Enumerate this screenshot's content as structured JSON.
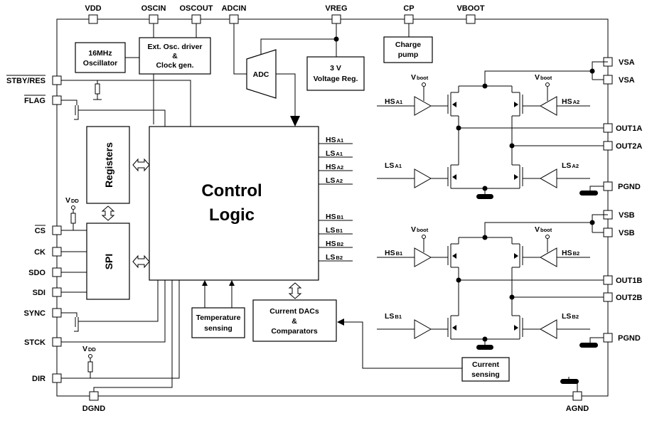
{
  "pins_top": {
    "vdd": "VDD",
    "oscin": "OSCIN",
    "oscout": "OSCOUT",
    "adcin": "ADCIN",
    "vreg": "VREG",
    "cp": "CP",
    "vboot": "VBOOT"
  },
  "pins_left": {
    "stby_res": "STBY/RES",
    "flag": "FLAG",
    "cs": "CS",
    "ck": "CK",
    "sdo": "SDO",
    "sdi": "SDI",
    "sync": "SYNC",
    "stck": "STCK",
    "dir": "DIR"
  },
  "pins_right": {
    "vsa1": "VSA",
    "vsa2": "VSA",
    "out1a": "OUT1A",
    "out2a": "OUT2A",
    "pgnd1": "PGND",
    "vsb1": "VSB",
    "vsb2": "VSB",
    "out1b": "OUT1B",
    "out2b": "OUT2B",
    "pgnd2": "PGND"
  },
  "pins_bottom": {
    "dgnd": "DGND",
    "agnd": "AGND"
  },
  "blocks": {
    "osc_line1": "16MHz",
    "osc_line2": "Oscillator",
    "ext_line1": "Ext. Osc. driver",
    "ext_line2": "&",
    "ext_line3": "Clock gen.",
    "adc": "ADC",
    "vreg_line1": "3 V",
    "vreg_line2": "Voltage Reg.",
    "cp_line1": "Charge",
    "cp_line2": "pump",
    "registers": "Registers",
    "spi": "SPI",
    "control_line1": "Control",
    "control_line2": "Logic",
    "temp_line1": "Temperature",
    "temp_line2": "sensing",
    "dac_line1": "Current DACs",
    "dac_line2": "&",
    "dac_line3": "Comparators",
    "cs_line1": "Current",
    "cs_line2": "sensing"
  },
  "vdd_small": {
    "main": "V",
    "sub": "DD"
  },
  "vboot_small": {
    "main": "V",
    "sub": "boot"
  },
  "logic_outputs": [
    {
      "main": "HS",
      "sub": "A1"
    },
    {
      "main": "LS",
      "sub": "A1"
    },
    {
      "main": "HS",
      "sub": "A2"
    },
    {
      "main": "LS",
      "sub": "A2"
    },
    {
      "main": "HS",
      "sub": "B1"
    },
    {
      "main": "LS",
      "sub": "B1"
    },
    {
      "main": "HS",
      "sub": "B2"
    },
    {
      "main": "LS",
      "sub": "B2"
    }
  ],
  "bridge_a": {
    "hs1": {
      "main": "HS",
      "sub": "A1"
    },
    "ls1": {
      "main": "LS",
      "sub": "A1"
    },
    "hs2": {
      "main": "HS",
      "sub": "A2"
    },
    "ls2": {
      "main": "LS",
      "sub": "A2"
    }
  },
  "bridge_b": {
    "hs1": {
      "main": "HS",
      "sub": "B1"
    },
    "ls1": {
      "main": "LS",
      "sub": "B1"
    },
    "hs2": {
      "main": "HS",
      "sub": "B2"
    },
    "ls2": {
      "main": "LS",
      "sub": "B2"
    }
  }
}
